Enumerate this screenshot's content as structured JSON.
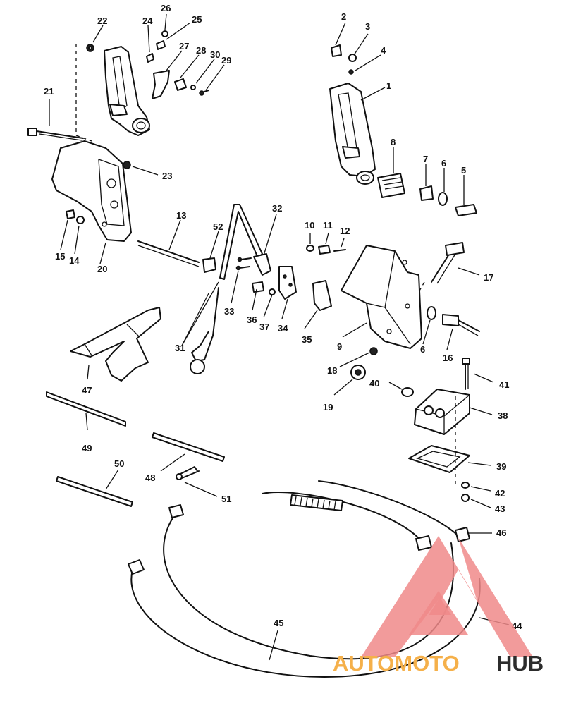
{
  "callouts": {
    "c1": "1",
    "c2": "2",
    "c3": "3",
    "c4": "4",
    "c5": "5",
    "c6a": "6",
    "c6b": "6",
    "c7": "7",
    "c8": "8",
    "c9": "9",
    "c10": "10",
    "c11": "11",
    "c12": "12",
    "c13": "13",
    "c14": "14",
    "c15": "15",
    "c16": "16",
    "c17": "17",
    "c18": "18",
    "c19": "19",
    "c20": "20",
    "c21": "21",
    "c22": "22",
    "c23": "23",
    "c24": "24",
    "c25": "25",
    "c26": "26",
    "c27": "27",
    "c28": "28",
    "c29": "29",
    "c30": "30",
    "c31": "31",
    "c32": "32",
    "c33": "33",
    "c34": "34",
    "c35": "35",
    "c36": "36",
    "c37": "37",
    "c38": "38",
    "c39": "39",
    "c40": "40",
    "c41": "41",
    "c42": "42",
    "c43": "43",
    "c44": "44",
    "c45": "45",
    "c46": "46",
    "c47": "47",
    "c48": "48",
    "c49": "49",
    "c50": "50",
    "c51": "51",
    "c52": "52"
  },
  "watermark": {
    "text_part1": "AUTOMOTO",
    "text_part2": "HUB",
    "color_triangle": "#f08a8a",
    "color_part1": "#f5b04a",
    "color_part2": "#2c2c2c"
  }
}
